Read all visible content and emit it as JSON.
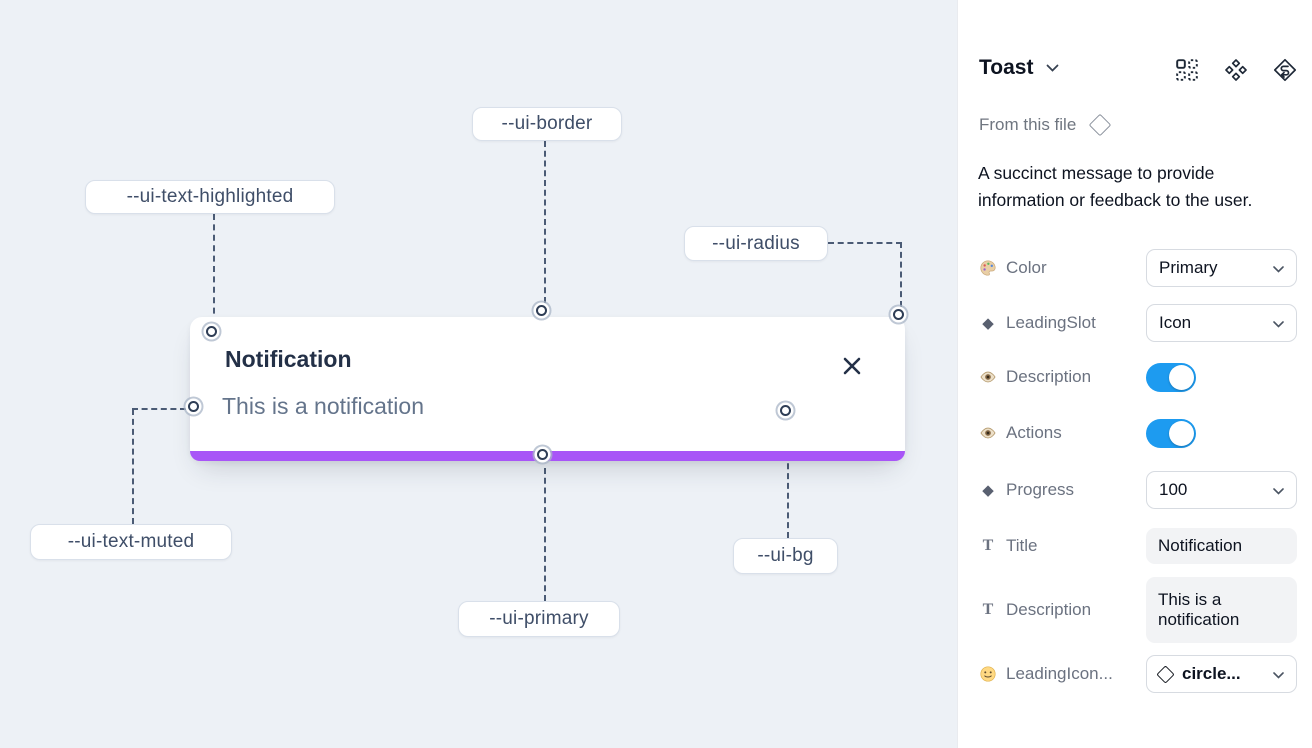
{
  "canvas": {
    "toast": {
      "title": "Notification",
      "description": "This is a notification",
      "close_icon": "x-icon",
      "progress_bar_color": "#a855f7",
      "background_color": "#ffffff"
    },
    "background_color": "#edf1f6",
    "labels": [
      {
        "id": "ui-border",
        "text": "--ui-border"
      },
      {
        "id": "ui-text-highlighted",
        "text": "--ui-text-highlighted"
      },
      {
        "id": "ui-radius",
        "text": "--ui-radius"
      },
      {
        "id": "ui-text-muted",
        "text": "--ui-text-muted"
      },
      {
        "id": "ui-primary",
        "text": "--ui-primary"
      },
      {
        "id": "ui-bg",
        "text": "--ui-bg"
      }
    ]
  },
  "panel": {
    "title": "Toast",
    "title_chevron_icon": "chevron-down-icon",
    "toolbar_icons": [
      "variants-icon",
      "component-diamonds-icon",
      "swap-s-icon"
    ],
    "source_label": "From this file",
    "source_icon": "diamond-outline-icon",
    "description": "A succinct message to provide information or feedback to the user.",
    "toggle_on_color": "#1d9bf0",
    "properties": [
      {
        "icon": "palette-icon",
        "label": "Color",
        "control": "select",
        "value": "Primary"
      },
      {
        "icon": "diamond-icon",
        "label": "LeadingSlot",
        "control": "select",
        "value": "Icon"
      },
      {
        "icon": "eye-icon",
        "label": "Description",
        "control": "toggle",
        "value": true
      },
      {
        "icon": "eye-icon",
        "label": "Actions",
        "control": "toggle",
        "value": true
      },
      {
        "icon": "diamond-icon",
        "label": "Progress",
        "control": "select",
        "value": "100"
      },
      {
        "icon": "text-icon",
        "label": "Title",
        "control": "text",
        "value": "Notification"
      },
      {
        "icon": "text-icon",
        "label": "Description",
        "control": "text",
        "value": "This is a notification"
      },
      {
        "icon": "smiley-icon",
        "label": "LeadingIcon...",
        "control": "select-icon",
        "value": "circle...",
        "value_icon": "diamond-outline-icon"
      }
    ]
  }
}
